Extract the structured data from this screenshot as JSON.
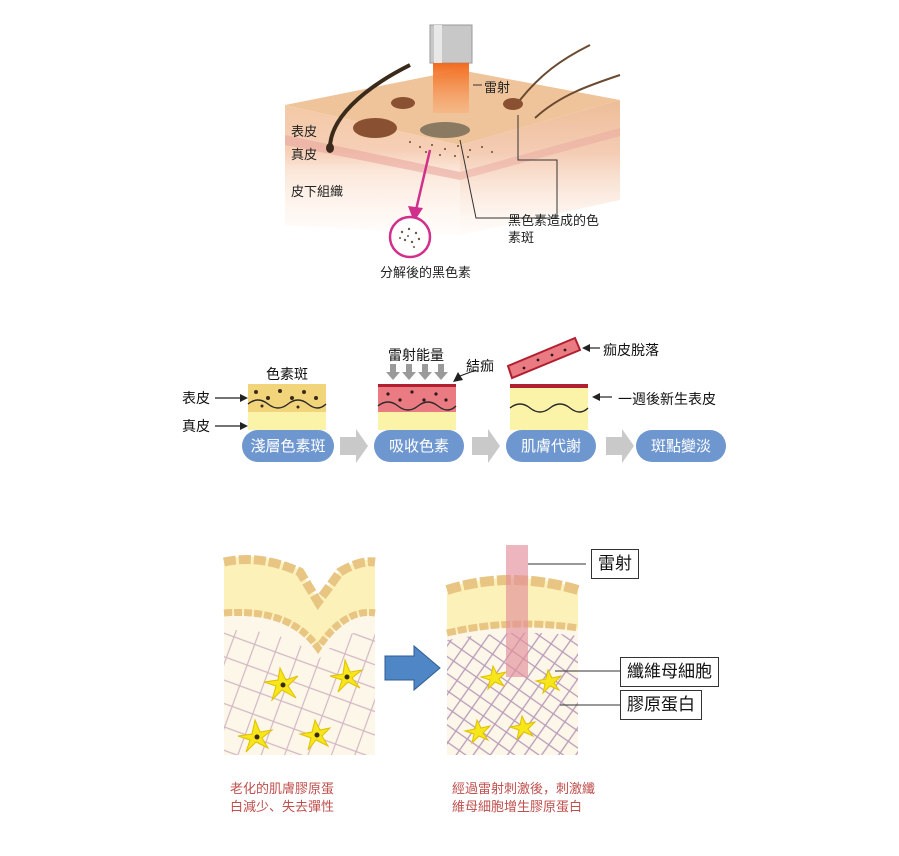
{
  "panel1": {
    "laser": "雷射",
    "epidermis": "表皮",
    "dermis": "真皮",
    "subcutis": "皮下組織",
    "pigment_spot_line1": "黑色素造成的色",
    "pigment_spot_line2": "素斑",
    "broken_melanin": "分解後的黑色素"
  },
  "panel2": {
    "pigment_spot": "色素斑",
    "laser_energy": "雷射能量",
    "scab": "結痂",
    "scab_off": "痂皮脫落",
    "new_skin": "一週後新生表皮",
    "epidermis": "表皮",
    "dermis": "真皮",
    "steps": [
      "淺層色素斑",
      "吸收色素",
      "肌膚代謝",
      "斑點變淡"
    ]
  },
  "panel3": {
    "laser": "雷射",
    "fibroblast": "纖維母細胞",
    "collagen": "膠原蛋白",
    "caption_left_line1": "老化的肌膚膠原蛋",
    "caption_left_line2": "白減少、失去彈性",
    "caption_right_line1": "經過雷射刺激後，刺激纖",
    "caption_right_line2": "維母細胞增生膠原蛋白"
  },
  "colors": {
    "accent_pill": "#6f97cf",
    "caption_red": "#c0504d",
    "laser_orange": "#f07a2a",
    "magenta_arrow": "#d0308c",
    "scab_pink": "#e8707a",
    "arrow_blue": "#4f86c6"
  }
}
